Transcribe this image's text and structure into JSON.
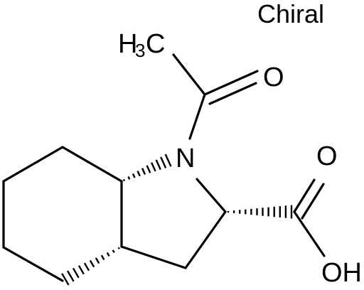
{
  "flag": "Chiral",
  "atoms": {
    "n": "N",
    "o_carbonyl": "O",
    "o_acid_top": "O",
    "oh": "OH",
    "methyl_h": "H",
    "methyl_sub": "3",
    "methyl_c": "C"
  },
  "colors": {
    "ink": "#000000",
    "background": "#ffffff"
  }
}
